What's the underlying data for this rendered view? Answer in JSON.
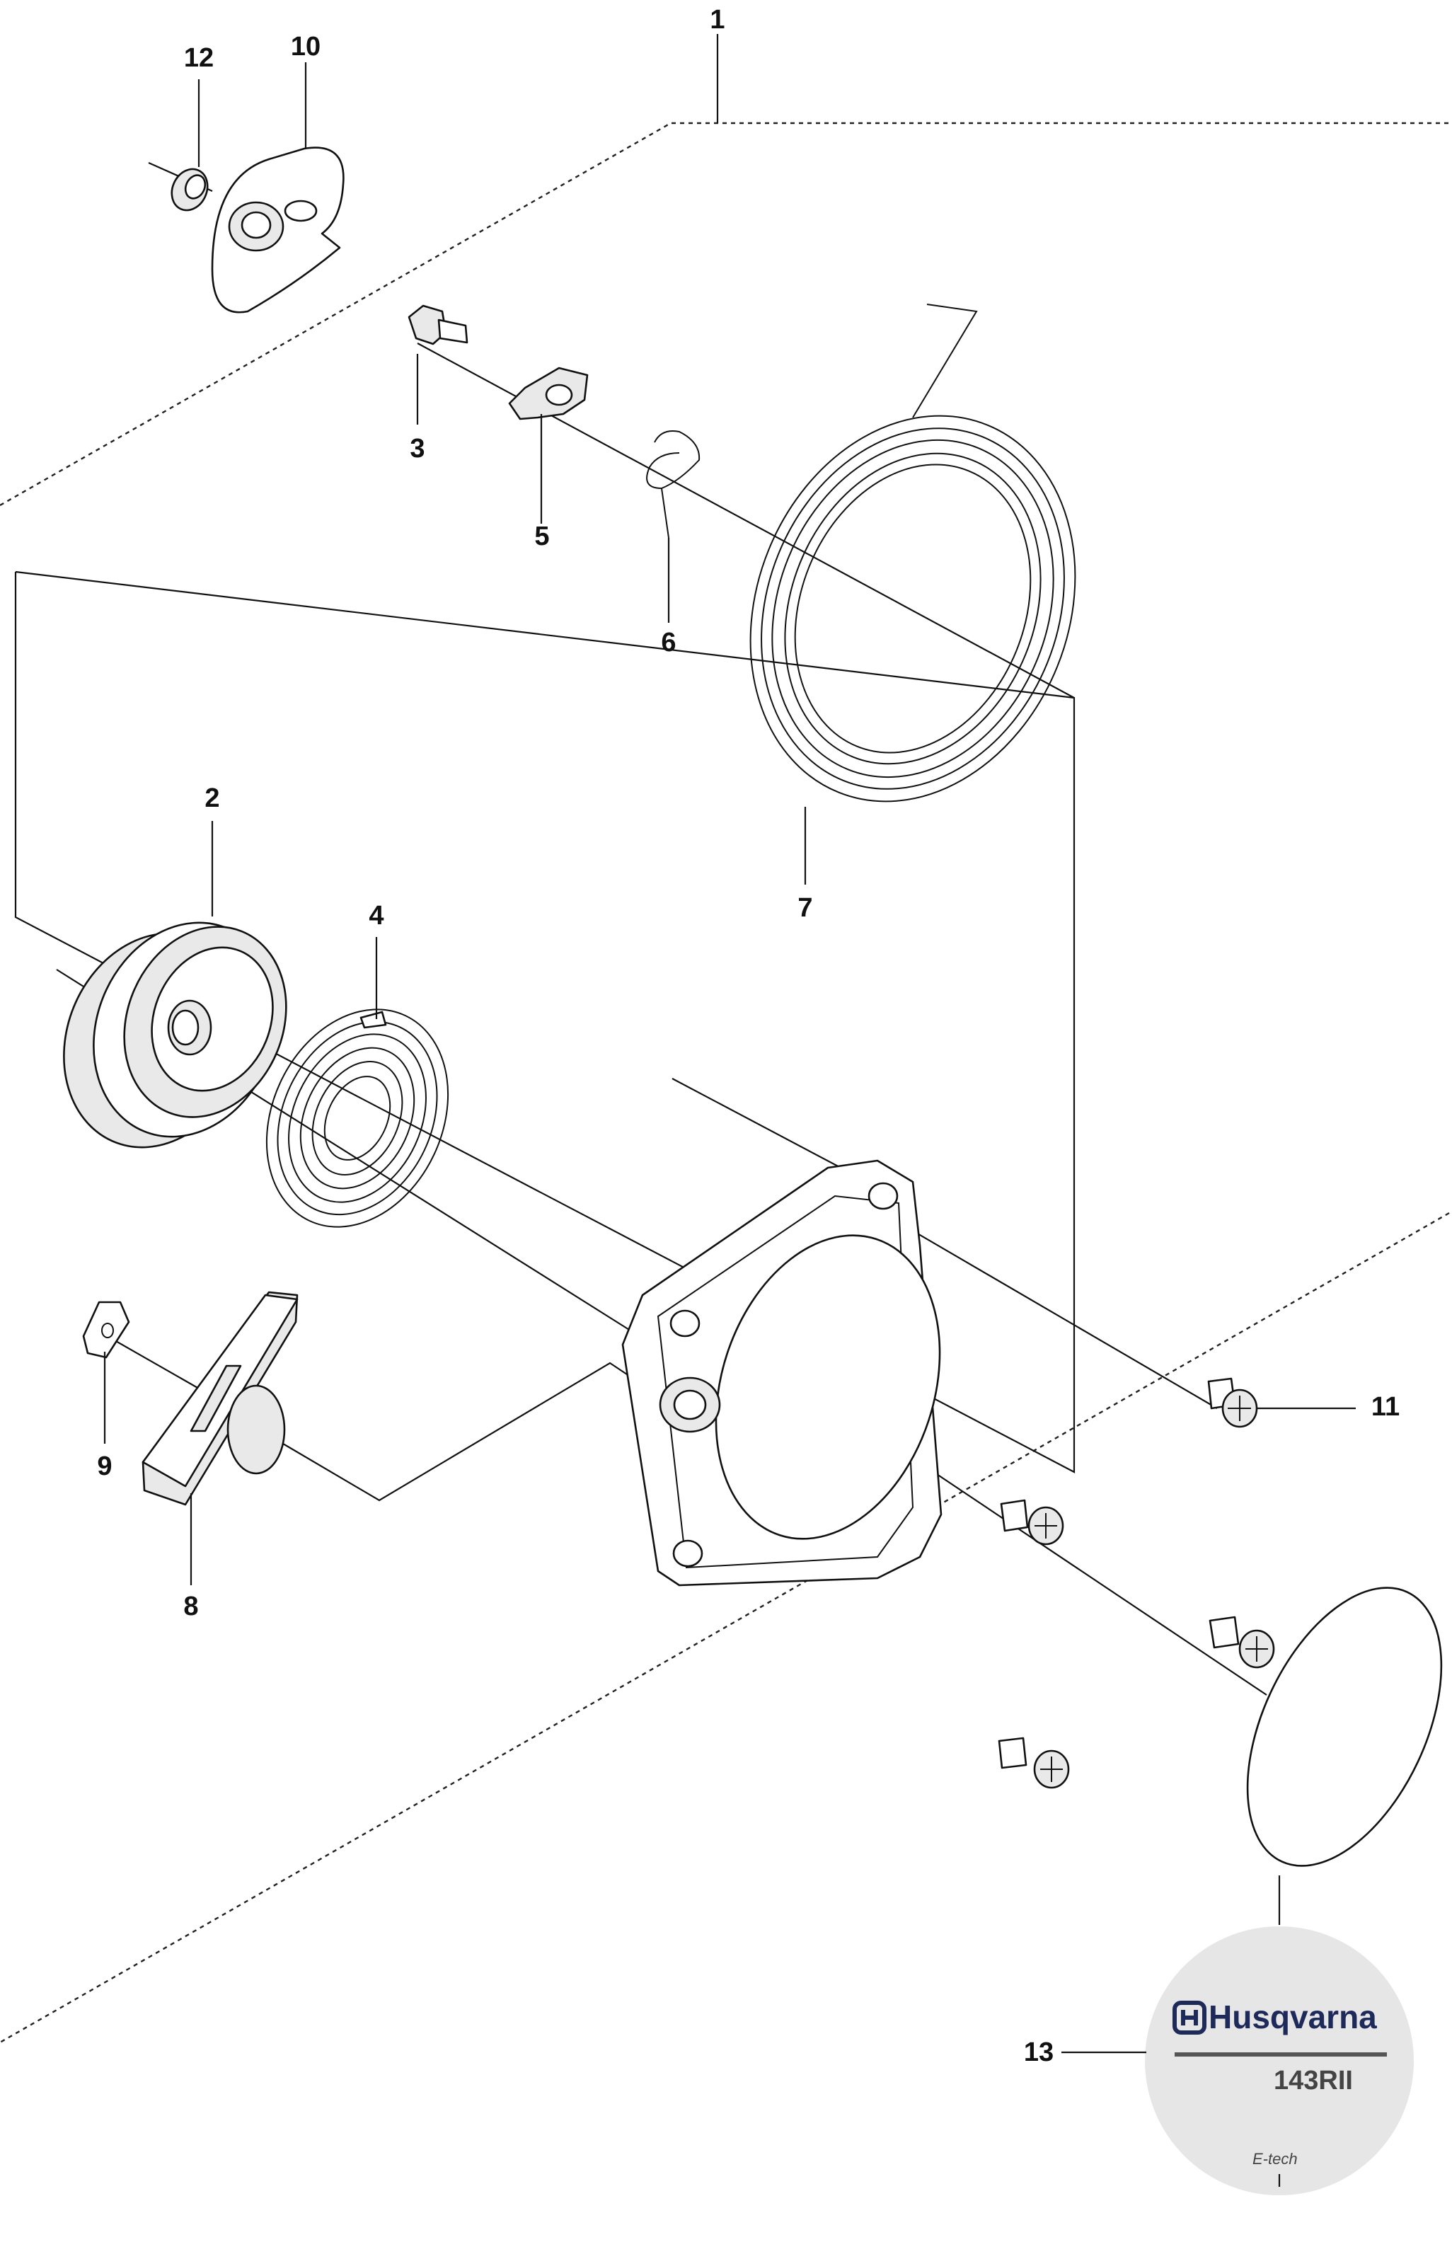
{
  "callouts": {
    "c1": "1",
    "c2": "2",
    "c3": "3",
    "c4": "4",
    "c5": "5",
    "c6": "6",
    "c7": "7",
    "c8": "8",
    "c9": "9",
    "c10": "10",
    "c11": "11",
    "c12": "12",
    "c13": "13"
  },
  "decal": {
    "brand": "Husqvarna",
    "model": "143RII",
    "tag": "E-tech",
    "colors": {
      "circle": "#e6e6e6",
      "brand": "#1e2a5a",
      "bar": "#555555",
      "text": "#444444"
    }
  }
}
